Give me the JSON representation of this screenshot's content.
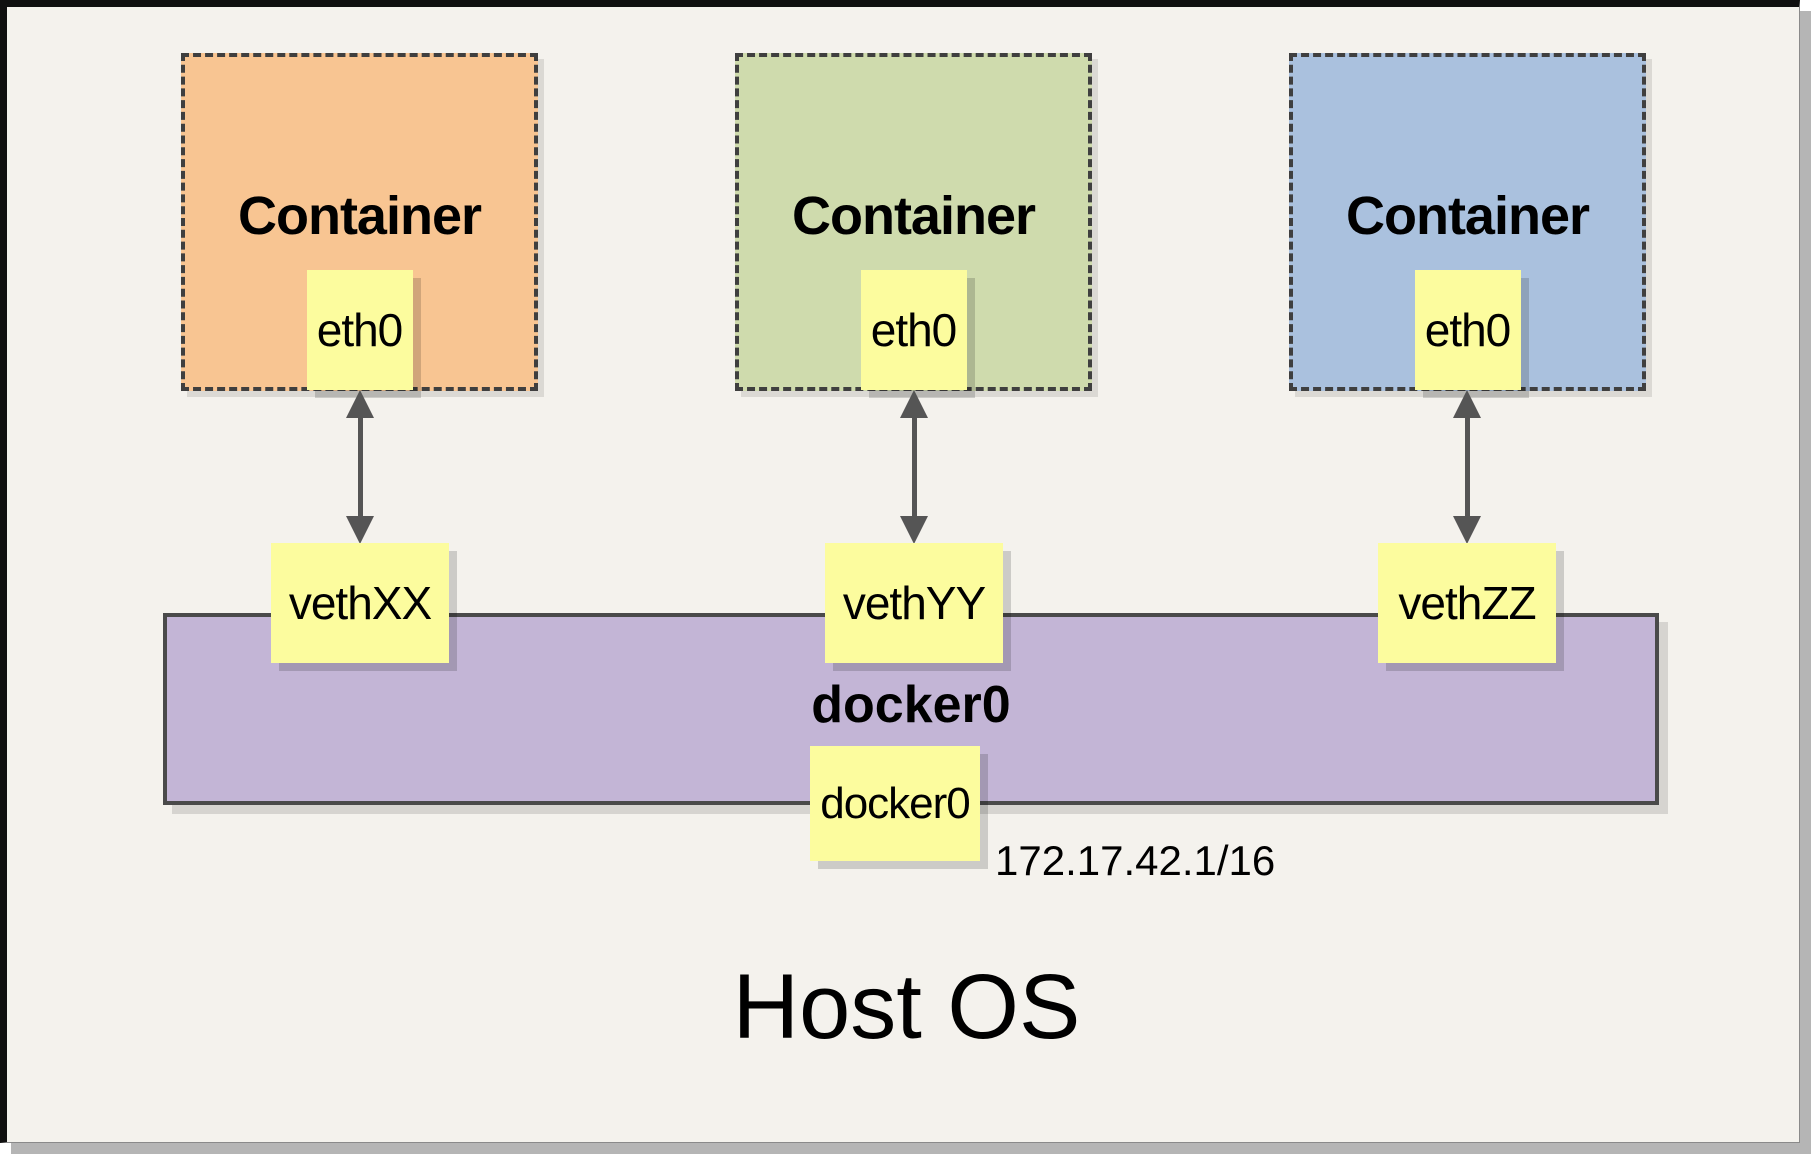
{
  "diagram": {
    "host_label": "Host OS",
    "bridge": {
      "label": "docker0",
      "interface_label": "docker0",
      "ip": "172.17.42.1/16"
    },
    "containers": [
      {
        "label": "Container",
        "interface": "eth0",
        "veth": "vethXX",
        "fill": "#f8c592"
      },
      {
        "label": "Container",
        "interface": "eth0",
        "veth": "vethYY",
        "fill": "#cfdbad"
      },
      {
        "label": "Container",
        "interface": "eth0",
        "veth": "vethZZ",
        "fill": "#aac1de"
      }
    ],
    "colors": {
      "sheet_background": "#f4f2ed",
      "frame_border": "#101010",
      "frame_shadow": "#b5b5b5",
      "note_yellow": "#fcfc9e",
      "bridge_purple": "#c3b5d6",
      "bridge_border": "#4a4a4a",
      "dashed_border": "#3f3f3f",
      "arrow_gray": "#555555",
      "container_orange": "#f8c592",
      "container_green": "#cfdbad",
      "container_blue": "#aac1de"
    }
  }
}
